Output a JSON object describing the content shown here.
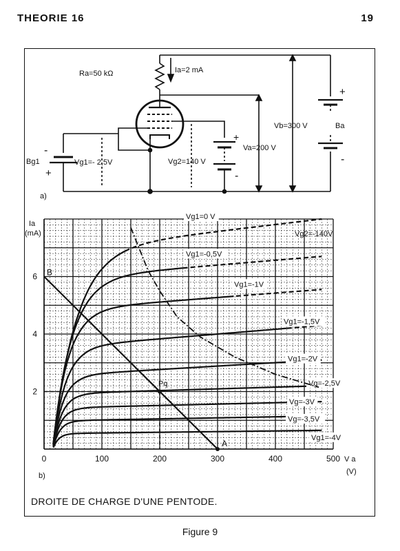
{
  "header": {
    "chapter": "THEORIE 16",
    "page_number": "19"
  },
  "circuit": {
    "panel_label": "a)",
    "ra_label": "Ra=50 kΩ",
    "ia_label": "Ia=2 mA",
    "vb_label": "Vb=300 V",
    "ba_label": "Ba",
    "va_label": "Va=200 V",
    "vg2_label": "Vg2=140 V",
    "vg1_label": "Vg1=- 2,5V",
    "bg1_label": "Bg1",
    "plus": "+",
    "minus": "-"
  },
  "chart_data": {
    "type": "line",
    "panel_label": "b)",
    "ylabel": "Ia",
    "yunit": "(mA)",
    "xlabel": "V a",
    "xunit": "(V)",
    "xlim": [
      0,
      500
    ],
    "ylim": [
      0,
      8
    ],
    "x_ticks": [
      "0",
      "100",
      "200",
      "300",
      "400",
      "500"
    ],
    "y_ticks": [
      "2",
      "4",
      "6"
    ],
    "grid": true,
    "vg2_note": "Vg2=-140V",
    "series": [
      {
        "name": "Vg1=0 V",
        "knee": 7.0,
        "end": 8.0,
        "tau": 40
      },
      {
        "name": "Vg1=-0,5V",
        "knee": 6.0,
        "end": 6.7,
        "tau": 32
      },
      {
        "name": "Vg1=-1V",
        "knee": 4.9,
        "end": 5.55,
        "tau": 26
      },
      {
        "name": "Vg1=-1,5V",
        "knee": 3.6,
        "end": 4.3,
        "tau": 22
      },
      {
        "name": "Vg1=-2V",
        "knee": 2.6,
        "end": 3.1,
        "tau": 18
      },
      {
        "name": "Vg=-2,5V",
        "knee": 1.95,
        "end": 2.2,
        "tau": 16
      },
      {
        "name": "Vg=-3V",
        "knee": 1.45,
        "end": 1.65,
        "tau": 14
      },
      {
        "name": "Vg=-3,5V",
        "knee": 1.0,
        "end": 1.15,
        "tau": 12
      },
      {
        "name": "Vg1=-4V",
        "knee": 0.55,
        "end": 0.65,
        "tau": 10
      }
    ],
    "load_line": {
      "points": [
        [
          0,
          6
        ],
        [
          300,
          0
        ]
      ],
      "start_label": "B",
      "end_label": "A"
    },
    "operating_point": {
      "label": "Pq",
      "x": 200,
      "y": 2
    },
    "max_dissipation": {
      "points": [
        [
          150,
          7.7
        ],
        [
          180,
          6.2
        ],
        [
          200,
          5.5
        ],
        [
          230,
          4.6
        ],
        [
          270,
          3.9
        ],
        [
          330,
          3.2
        ],
        [
          400,
          2.6
        ],
        [
          475,
          2.15
        ]
      ]
    }
  },
  "caption": "DROITE DE CHARGE D'UNE PENTODE.",
  "figure_label": "Figure 9"
}
